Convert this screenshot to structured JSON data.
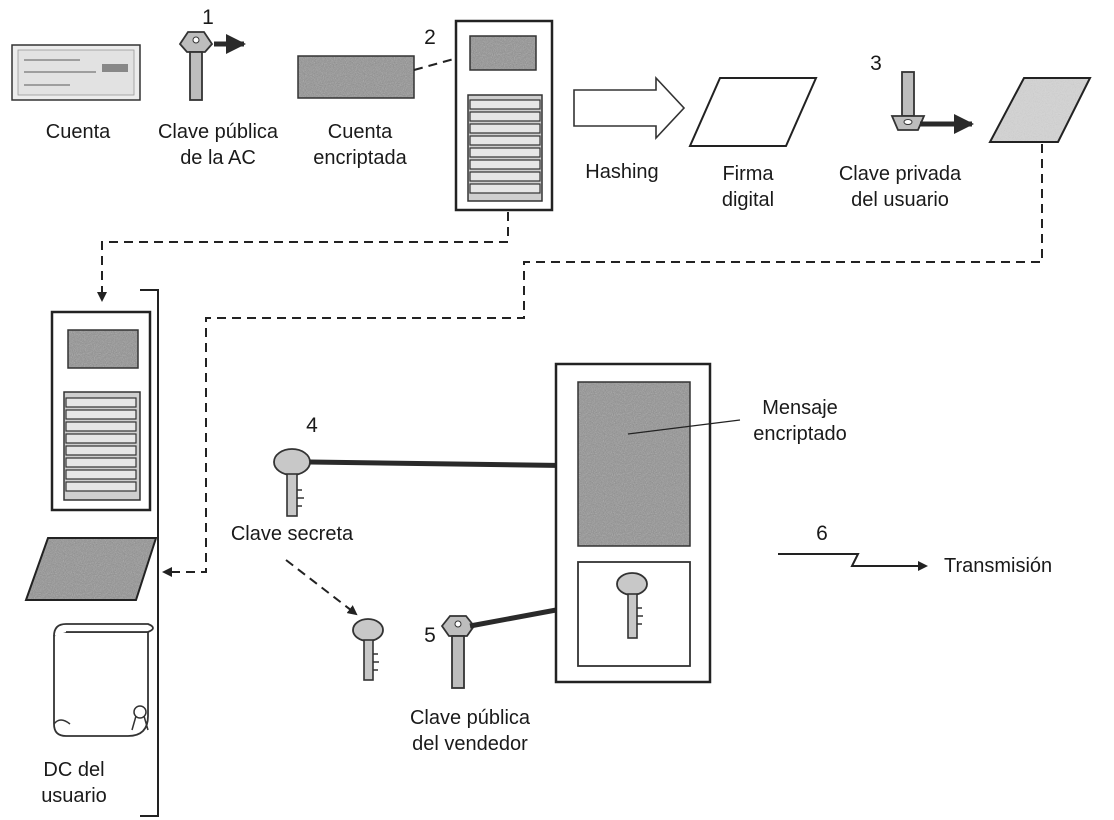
{
  "labels": {
    "cuenta": "Cuenta",
    "clave_publica_ac_1": "Clave pública",
    "clave_publica_ac_2": "de la AC",
    "cuenta_encriptada_1": "Cuenta",
    "cuenta_encriptada_2": "encriptada",
    "hashing": "Hashing",
    "firma_digital_1": "Firma",
    "firma_digital_2": "digital",
    "clave_privada_1": "Clave privada",
    "clave_privada_2": "del usuario",
    "mensaje_encriptado_1": "Mensaje",
    "mensaje_encriptado_2": "encriptado",
    "clave_secreta": "Clave secreta",
    "clave_publica_vendedor_1": "Clave pública",
    "clave_publica_vendedor_2": "del vendedor",
    "transmision": "Transmisión",
    "dc_usuario_1": "DC del",
    "dc_usuario_2": "usuario"
  },
  "steps": [
    "1",
    "2",
    "3",
    "4",
    "5",
    "6"
  ],
  "icons": {
    "check": "check-document-icon",
    "public_key": "public-key-icon",
    "private_key": "private-key-icon",
    "secret_key": "secret-key-icon",
    "certificate": "certificate-scroll-icon"
  }
}
